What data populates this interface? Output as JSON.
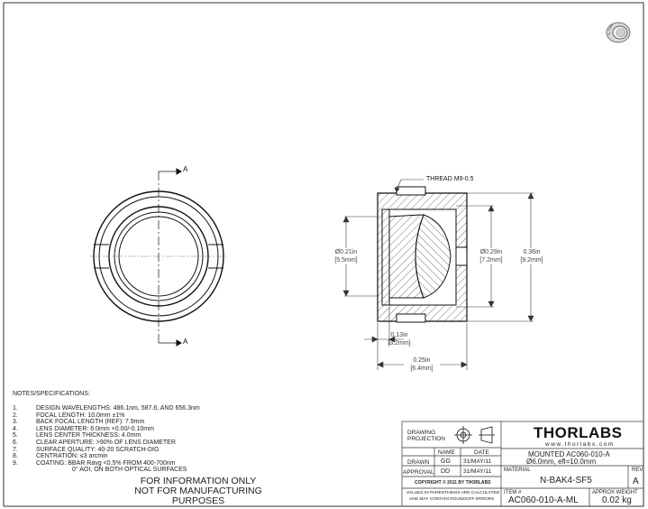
{
  "drawing": {
    "section_label_top": "A",
    "section_label_bottom": "A",
    "thread_callout": "THREAD M9-0.5",
    "dims": {
      "left_dia_in": "Ø0.21in",
      "left_dia_mm": "[5.5mm]",
      "clear_ap_in": "Ø0.29in",
      "clear_ap_mm": "[7.2mm]",
      "outer_in": "0.36in",
      "outer_mm": "[9.2mm]",
      "len1_in": "0.13in",
      "len1_mm": "[3.2mm]",
      "len2_in": "0.25in",
      "len2_mm": "[6.4mm]"
    }
  },
  "notes": {
    "title": "NOTES/SPECIFICATIONS:",
    "items": [
      {
        "n": "1.",
        "text": "DESIGN WAVELENGTHS: 486.1nm, 587.6, AND 656.3nm"
      },
      {
        "n": "2.",
        "text": "FOCAL LENGTH: 10.0mm ±1%"
      },
      {
        "n": "3.",
        "text": "BACK FOCAL LENGTH (REF): 7.9mm"
      },
      {
        "n": "4.",
        "text": "LENS DIAMETER: 6.0mm +0.00/-0.10mm"
      },
      {
        "n": "5.",
        "text": "LENS CENTER THICKNESS: 4.0mm"
      },
      {
        "n": "6.",
        "text": "CLEAR APERTURE: >90% OF LENS DIAMETER"
      },
      {
        "n": "7.",
        "text": "SURFACE QUALITY: 40-20 SCRATCH-DIG"
      },
      {
        "n": "8.",
        "text": "CENTRATION: ≤3 arcmin"
      },
      {
        "n": "9.",
        "text": "COATING: BBAR Ravg <0.5% FROM 400-700nm"
      },
      {
        "n": "",
        "text": "0° AOI, ON BOTH OPTICAL SURFACES"
      }
    ]
  },
  "disclaimer": {
    "line1": "FOR INFORMATION ONLY",
    "line2": "NOT FOR MANUFACTURING PURPOSES"
  },
  "title_block": {
    "drawing_projection": "DRAWING PROJECTION",
    "name_header": "NAME",
    "date_header": "DATE",
    "drawn_label": "DRAWN",
    "drawn_name": "GG",
    "drawn_date": "31/MAY/11",
    "approval_label": "APPROVAL",
    "approval_name": "DD",
    "approval_date": "31/MAY/11",
    "copyright": "COPYRIGHT © 2011 BY THORLABS",
    "values_note_1": "VALUES IN PARENTHESIS ARE CALCULATED",
    "values_note_2": "AND MAY CONTAIN ROUNDOFF ERRORS",
    "logo": "THORLABS",
    "website": "www.thorlabs.com",
    "part_desc_1": "MOUNTED AC060-010-A",
    "part_desc_2": "Ø6.0mm, efl=10.0mm",
    "material_label": "MATERIAL",
    "material": "N-BAK4-SF5",
    "rev_label": "REV",
    "rev": "A",
    "item_label": "ITEM #",
    "item": "AC060-010-A-ML",
    "weight_label": "APPROX WEIGHT",
    "weight": "0.02 kg"
  }
}
